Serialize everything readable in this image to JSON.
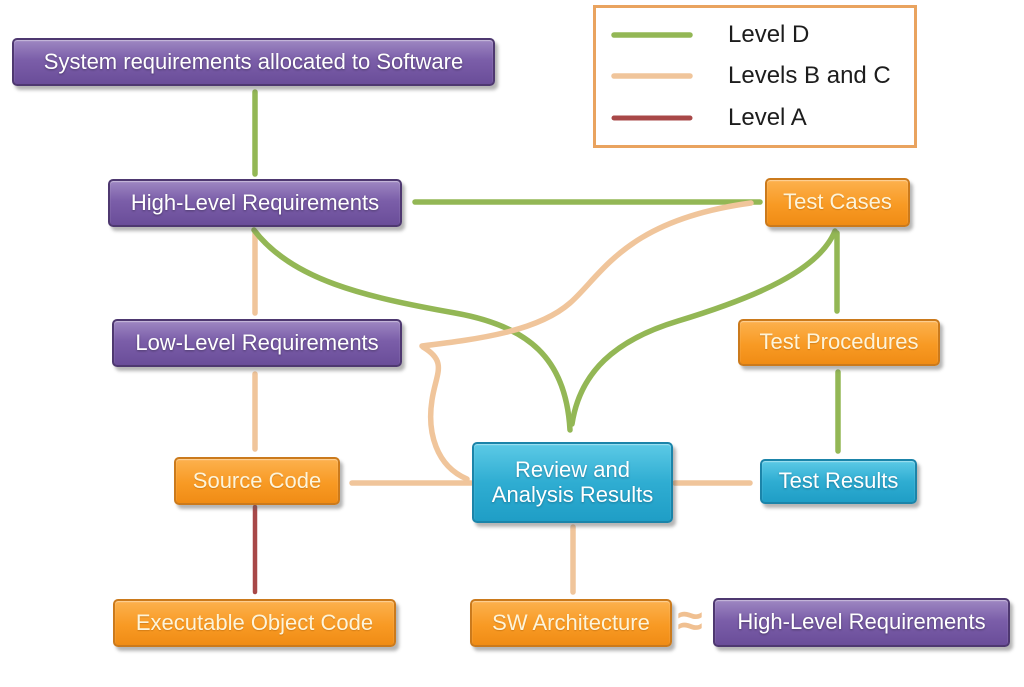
{
  "nodes": {
    "system_requirements": {
      "label": "System requirements allocated to Software",
      "color": "purple"
    },
    "high_level_requirements": {
      "label": "High-Level Requirements",
      "color": "purple"
    },
    "test_cases": {
      "label": "Test Cases",
      "color": "orange"
    },
    "low_level_requirements": {
      "label": "Low-Level Requirements",
      "color": "purple"
    },
    "test_procedures": {
      "label": "Test Procedures",
      "color": "orange"
    },
    "review_analysis_results": {
      "label": "Review and Analysis Results",
      "color": "cyan"
    },
    "test_results": {
      "label": "Test Results",
      "color": "cyan"
    },
    "source_code": {
      "label": "Source Code",
      "color": "orange"
    },
    "executable_object_code": {
      "label": "Executable Object Code",
      "color": "orange"
    },
    "sw_architecture": {
      "label": "SW Architecture",
      "color": "orange"
    },
    "high_level_requirements_bottom": {
      "label": "High-Level Requirements",
      "color": "purple"
    }
  },
  "legend": {
    "border_color": "#e9a35f",
    "items": [
      {
        "label": "Level D",
        "color": "#93b755"
      },
      {
        "label": "Levels B and C",
        "color": "#f0c59b"
      },
      {
        "label": "Level A",
        "color": "#a84848"
      }
    ]
  },
  "equivalence": {
    "left": "SW Architecture",
    "symbol": "≈",
    "right": "High-Level Requirements"
  },
  "colors": {
    "purple_box": "#7b5ea9",
    "orange_box": "#f89a24",
    "cyan_box": "#2fadd2",
    "green_arrow": "#93b755",
    "peach_arrow": "#f0c59b",
    "red_arrow": "#a84848",
    "background": "#ffffff"
  },
  "edges": [
    {
      "from": "System requirements allocated to Software",
      "to": "High-Level Requirements",
      "level": "Level D",
      "heads": "both"
    },
    {
      "from": "Test Cases",
      "to": "High-Level Requirements",
      "level": "Level D",
      "heads": "end"
    },
    {
      "from": "High-Level Requirements",
      "to": "Low-Level Requirements",
      "level": "Levels B and C",
      "heads": "both"
    },
    {
      "from": "Review and Analysis Results",
      "to": "Low-Level Requirements",
      "level": "Levels B and C",
      "heads": "end"
    },
    {
      "from": "Review and Analysis Results",
      "to": "Test Cases",
      "level": "Levels B and C",
      "heads": "end"
    },
    {
      "from": "Test Cases",
      "to": "Test Procedures",
      "level": "Level D",
      "heads": "both"
    },
    {
      "from": "Test Procedures",
      "to": "Test Results",
      "level": "Level D",
      "heads": "both"
    },
    {
      "from": "High-Level Requirements",
      "to": "Review and Analysis Results",
      "level": "Level D",
      "heads": "end"
    },
    {
      "from": "Test Cases",
      "to": "Review and Analysis Results",
      "level": "Level D",
      "heads": "end"
    },
    {
      "from": "Low-Level Requirements",
      "to": "Source Code",
      "level": "Levels B and C",
      "heads": "both"
    },
    {
      "from": "Review and Analysis Results",
      "to": "Source Code",
      "level": "Levels B and C",
      "heads": "end"
    },
    {
      "from": "Review and Analysis Results",
      "to": "Test Results",
      "level": "Levels B and C",
      "heads": "end"
    },
    {
      "from": "Source Code",
      "to": "Executable Object Code",
      "level": "Level A",
      "heads": "end"
    },
    {
      "from": "Review and Analysis Results",
      "to": "SW Architecture",
      "level": "Levels B and C",
      "heads": "end"
    }
  ]
}
